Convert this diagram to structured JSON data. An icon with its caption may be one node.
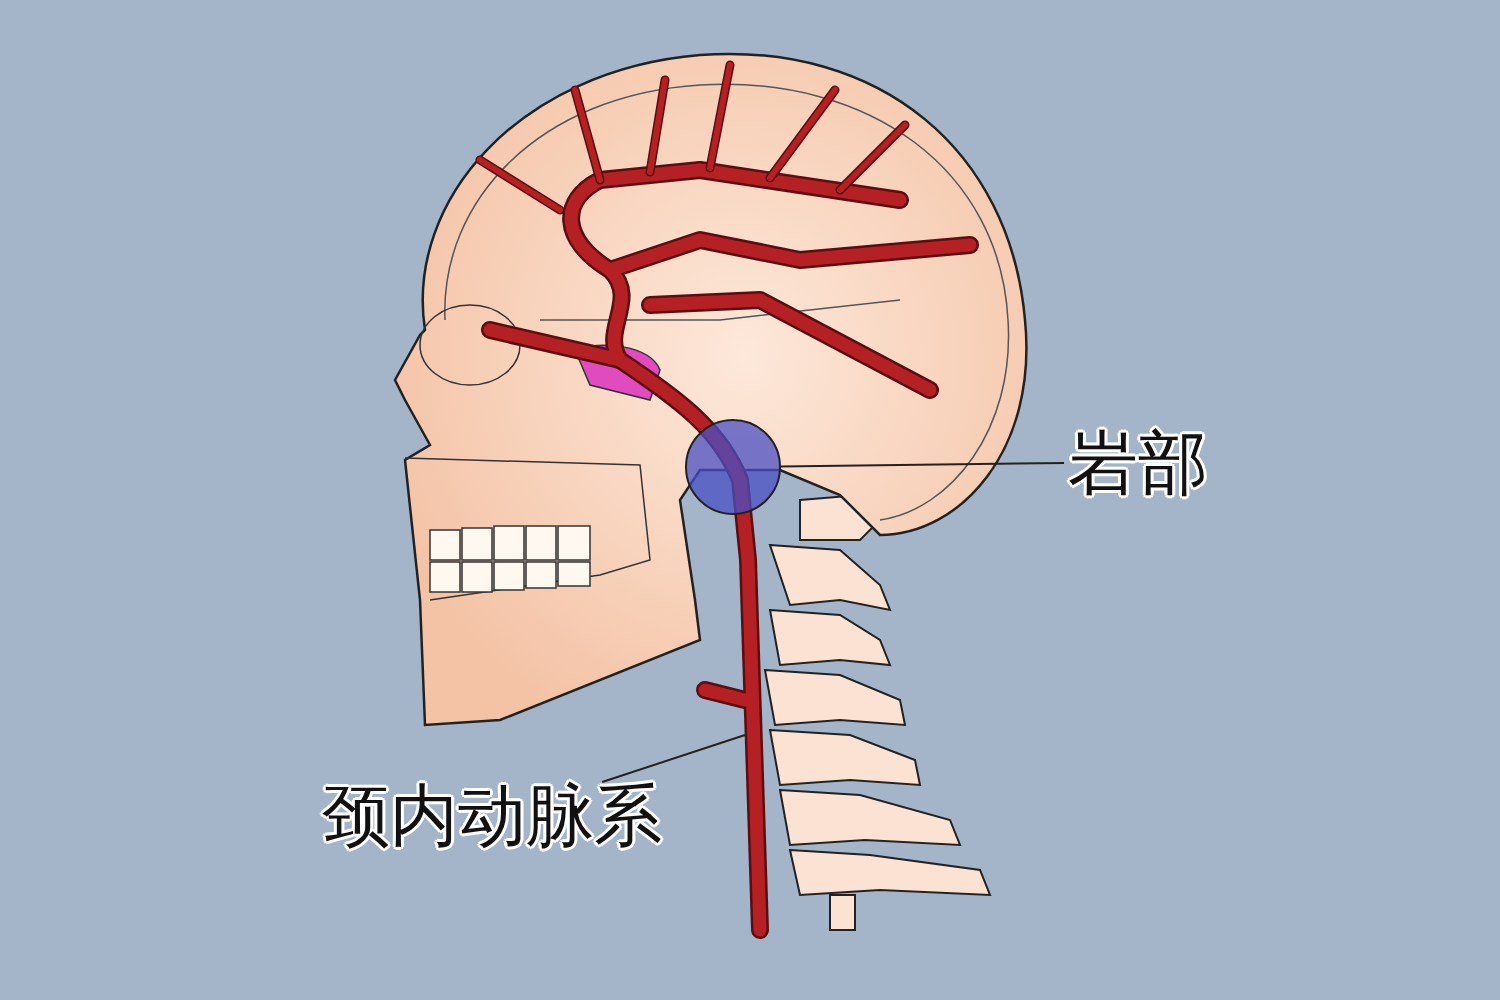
{
  "diagram": {
    "nodes": [
      {
        "text": [
          "岩部"
        ]
      },
      {
        "text": [],
        "shape": "circle"
      },
      {
        "text": [
          "颈内动脉系"
        ]
      }
    ],
    "edges": [
      {
        "from": 0,
        "to": 1,
        "arrow": "none"
      },
      {
        "from": 2,
        "to": null,
        "arrow": "none"
      }
    ]
  }
}
